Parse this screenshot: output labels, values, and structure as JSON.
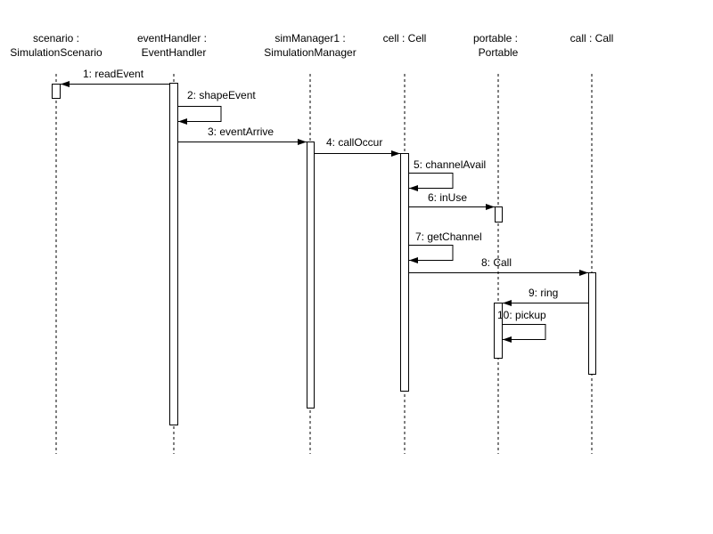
{
  "diagram": {
    "type": "UML sequence diagram",
    "colors": {
      "line": "#000000",
      "background": "#ffffff",
      "activation_fill": "#ffffff"
    },
    "objects": [
      {
        "id": "scenario",
        "line1": "scenario :",
        "line2": "SimulationScenario"
      },
      {
        "id": "eventHandler",
        "line1": "eventHandler :",
        "line2": "EventHandler"
      },
      {
        "id": "simManager1",
        "line1": "simManager1 :",
        "line2": "SimulationManager"
      },
      {
        "id": "cell",
        "line1": "cell : Cell",
        "line2": ""
      },
      {
        "id": "portable",
        "line1": "portable :",
        "line2": "Portable"
      },
      {
        "id": "call",
        "line1": "call : Call",
        "line2": ""
      }
    ],
    "messages": [
      {
        "seq": 1,
        "label": "1: readEvent",
        "from": "eventHandler",
        "to": "scenario"
      },
      {
        "seq": 2,
        "label": "2: shapeEvent",
        "from": "eventHandler",
        "to": "eventHandler"
      },
      {
        "seq": 3,
        "label": "3: eventArrive",
        "from": "eventHandler",
        "to": "simManager1"
      },
      {
        "seq": 4,
        "label": "4: callOccur",
        "from": "simManager1",
        "to": "cell"
      },
      {
        "seq": 5,
        "label": "5: channelAvail",
        "from": "cell",
        "to": "cell"
      },
      {
        "seq": 6,
        "label": "6: inUse",
        "from": "cell",
        "to": "portable"
      },
      {
        "seq": 7,
        "label": "7: getChannel",
        "from": "cell",
        "to": "cell"
      },
      {
        "seq": 8,
        "label": "8: Call",
        "from": "cell",
        "to": "call"
      },
      {
        "seq": 9,
        "label": "9: ring",
        "from": "call",
        "to": "portable"
      },
      {
        "seq": 10,
        "label": "10: pickup",
        "from": "portable",
        "to": "portable"
      }
    ]
  }
}
